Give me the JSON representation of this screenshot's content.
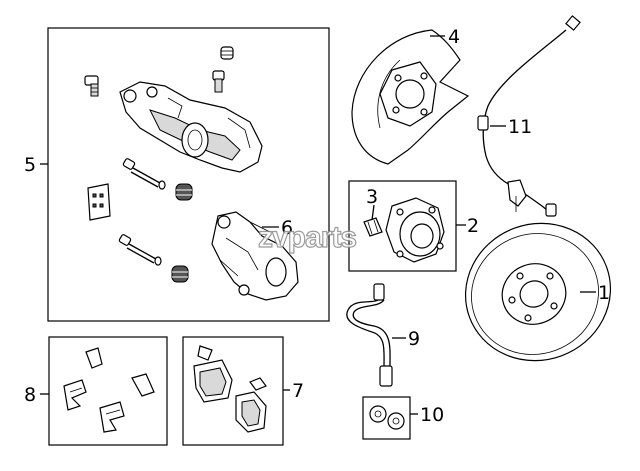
{
  "diagram": {
    "watermark": "zvparts",
    "callouts": [
      {
        "id": "1",
        "label": "1"
      },
      {
        "id": "2",
        "label": "2"
      },
      {
        "id": "3",
        "label": "3"
      },
      {
        "id": "4",
        "label": "4"
      },
      {
        "id": "5",
        "label": "5"
      },
      {
        "id": "6",
        "label": "6"
      },
      {
        "id": "7",
        "label": "7"
      },
      {
        "id": "8",
        "label": "8"
      },
      {
        "id": "9",
        "label": "9"
      },
      {
        "id": "10",
        "label": "10"
      },
      {
        "id": "11",
        "label": "11"
      }
    ]
  }
}
